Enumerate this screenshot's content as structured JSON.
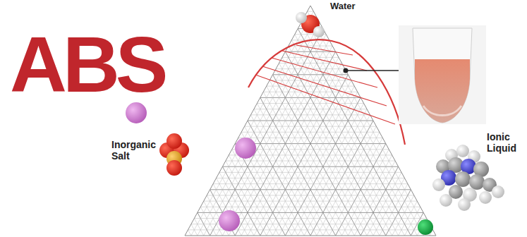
{
  "diagram": {
    "title": "ABS",
    "labels": [
      "Water",
      "Inorganic Salt",
      "Ionic Liquid"
    ]
  }
}
